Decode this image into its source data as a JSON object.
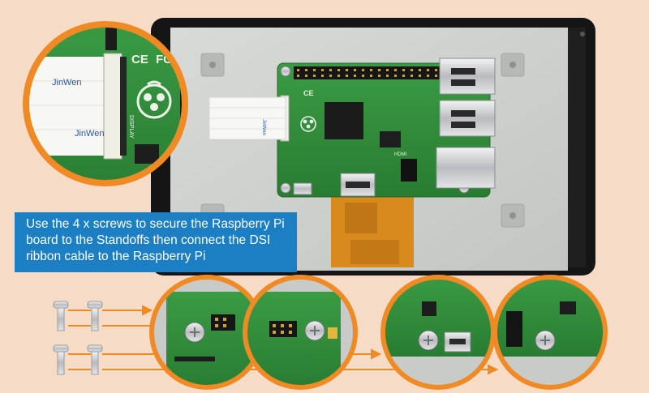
{
  "caption": {
    "line1": "Use the 4 x screws to secure the Raspberry Pi",
    "line2": "board to the Standoffs then connect the DSI",
    "line3": "ribbon cable to the Raspberry Pi"
  },
  "board_labels": {
    "ce_mark": "CE",
    "fc_mark": "FC",
    "hdmi": "HDMI",
    "ribbon_brand": "JinWen",
    "display": "DISPLAY"
  },
  "colors": {
    "background": "#f6dcc6",
    "accent_orange": "#ef8a24",
    "caption_blue": "#1c7fc3",
    "pcb_green": "#2f8f3a",
    "display_frame": "#161616",
    "display_panel": "#cfd1cf",
    "flex_cable": "#d98a1c"
  },
  "icons": [
    "raspberry-pi-logo",
    "screw-icon",
    "arrow-right-icon"
  ]
}
